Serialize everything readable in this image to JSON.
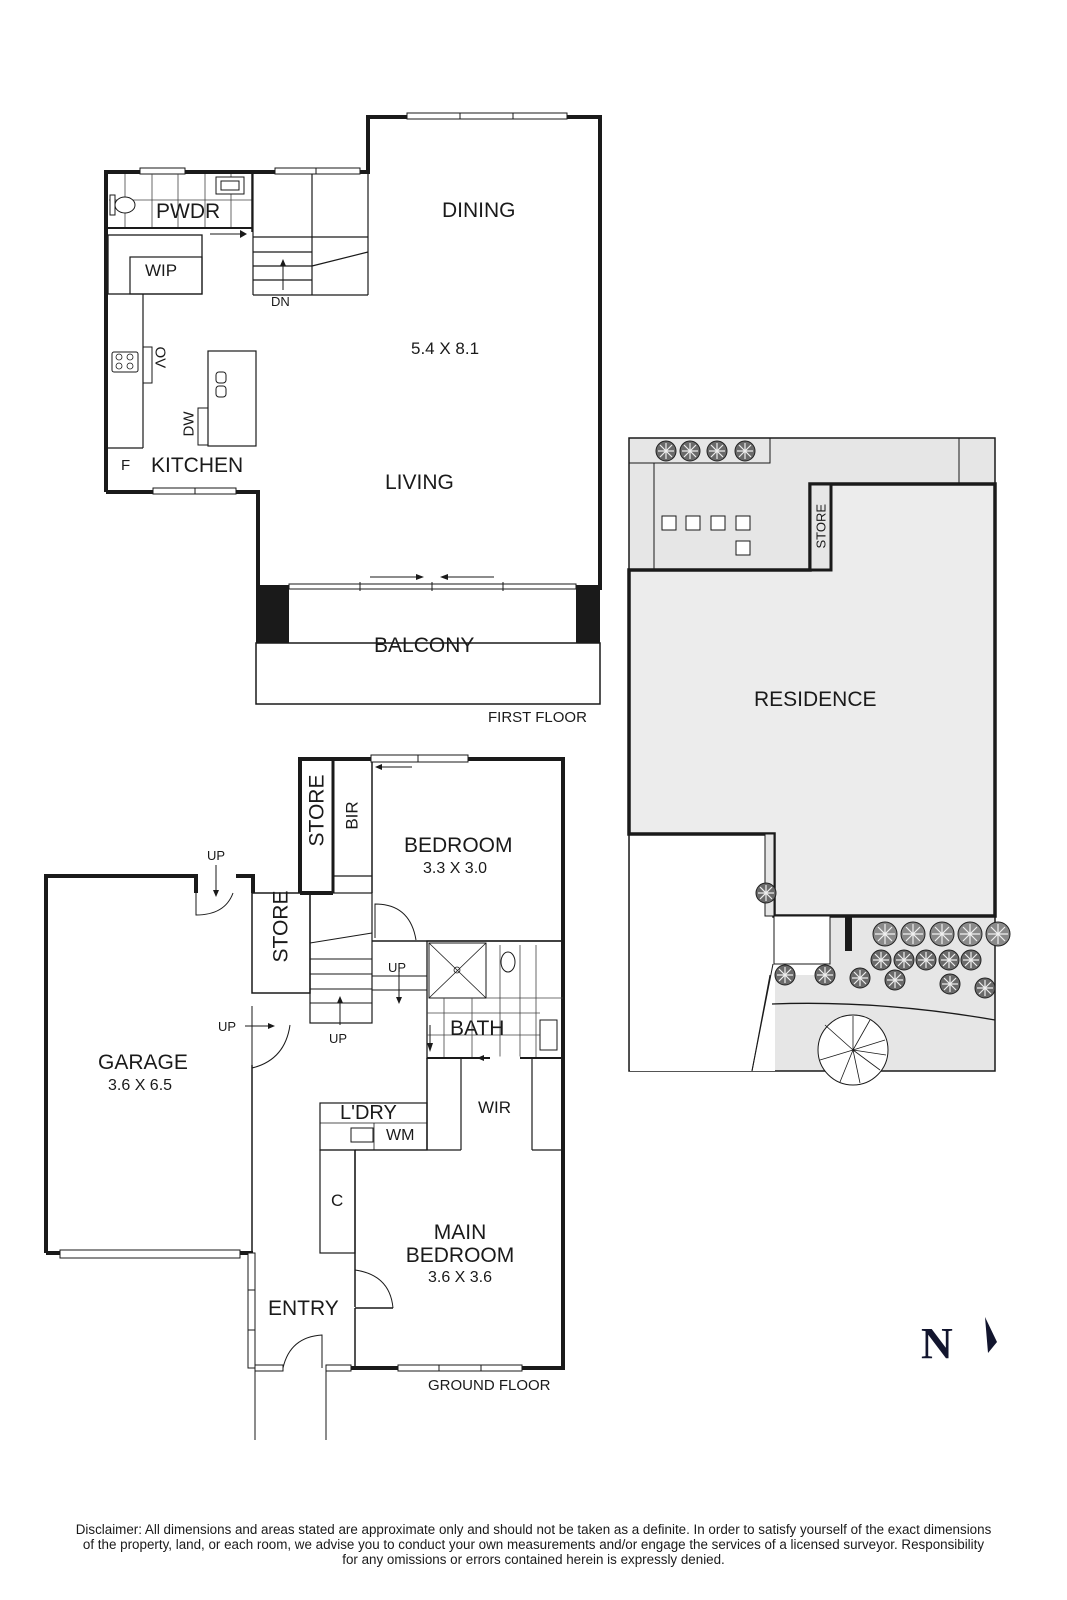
{
  "first_floor": {
    "label": "FIRST FLOOR",
    "rooms": {
      "powder": "PWDR",
      "wip": "WIP",
      "kitchen": "KITCHEN",
      "dining": "DINING",
      "living": "LIVING",
      "living_dims": "5.4 X 8.1",
      "balcony": "BALCONY"
    },
    "fixtures": {
      "oven": "OV",
      "dishwasher": "DW",
      "fridge": "F",
      "stairs_down": "DN"
    }
  },
  "ground_floor": {
    "label": "GROUND FLOOR",
    "rooms": {
      "store_1": "STORE",
      "bir": "BIR",
      "bedroom": "BEDROOM",
      "bedroom_dims": "3.3 X 3.0",
      "store_2": "STORE",
      "garage": "GARAGE",
      "garage_dims": "3.6 X 6.5",
      "bath": "BATH",
      "laundry": "L'DRY",
      "wm": "WM",
      "wir": "WIR",
      "cupboard": "C",
      "main_bedroom_line1": "MAIN",
      "main_bedroom_line2": "BEDROOM",
      "main_bedroom_dims": "3.6 X 3.6",
      "entry": "ENTRY"
    },
    "arrows": {
      "up_garage_door": "UP",
      "up_side_door": "UP",
      "up_stairs": "UP",
      "up_hall": "UP"
    }
  },
  "site_plan": {
    "residence": "RESIDENCE",
    "store": "STORE"
  },
  "north_indicator": "N",
  "disclaimer": {
    "line1": "Disclaimer: All dimensions and areas stated are approximate only and should not be taken as a definite. In order to satisfy yourself of the exact dimensions",
    "line2": "of the property, land, or each room, we advise you to conduct your own measurements and/or engage the services of a licensed surveyor. Responsibility",
    "line3": "for any omissions or errors contained herein is expressly denied."
  },
  "colors": {
    "wall": "#1a1a1a",
    "site_fill": "#e8e8e8",
    "residence_fill": "#ececec",
    "north": "#12152e"
  }
}
